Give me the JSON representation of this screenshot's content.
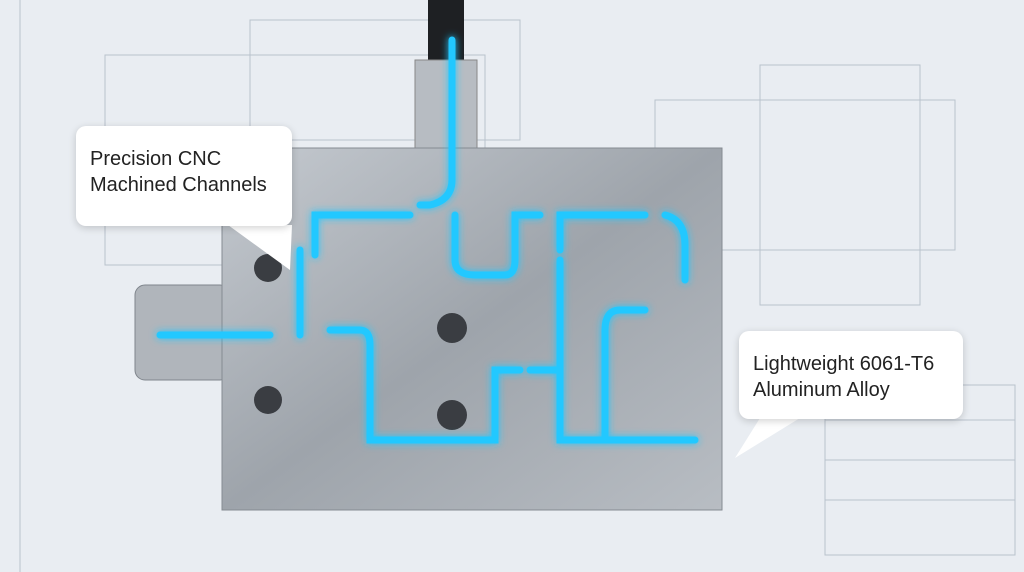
{
  "callouts": [
    {
      "line1": "Precision CNC",
      "line2": "Machined Channels"
    },
    {
      "line1": "Lightweight 6061-T6",
      "line2": "Aluminum Alloy"
    }
  ],
  "colors": {
    "flow": "#22c8ff",
    "metal": "#a9afb6",
    "background": "#e9edf2"
  }
}
